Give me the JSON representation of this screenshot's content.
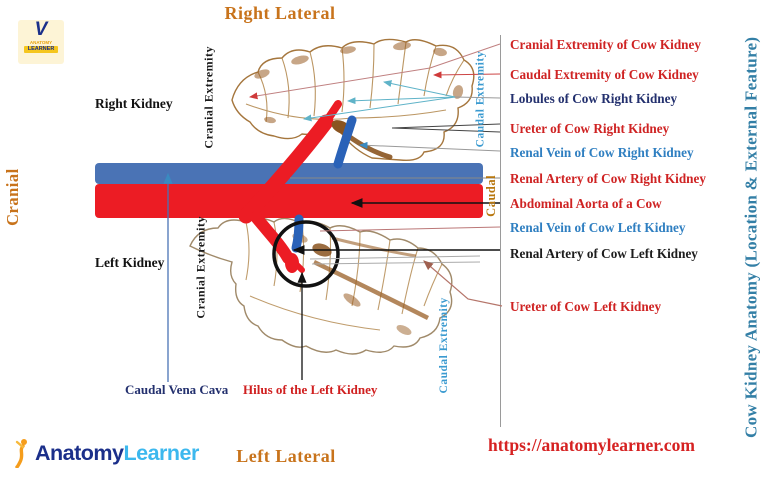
{
  "orientation": {
    "top_title": "Right Lateral",
    "bottom_title": "Left Lateral",
    "left_vertical": "Cranial",
    "caudal_vertical": "Caudal"
  },
  "right_title": "Cow Kidney Anatomy (Location & External Feature)",
  "url": "https://anatomylearner.com",
  "brand": {
    "word1": "Anatomy",
    "word2": "Learner"
  },
  "corner_logo": {
    "mark": "V",
    "line1": "ANATOMY",
    "line2": "LEARNER"
  },
  "figure_labels": {
    "right_kidney": "Right Kidney",
    "left_kidney": "Left Kidney",
    "cranial_extremity_right": "Cranial Extremity",
    "cranial_extremity_left": "Cranial Extremity",
    "caudal_extremity_right": "Caudal Extremity",
    "caudal_extremity_left": "Caudal Extremity",
    "caudal_vena_cava": "Caudal Vena Cava",
    "hilus": "Hilus of the Left Kidney"
  },
  "annotations": [
    {
      "label": "Cranial Extremity of Cow Kidney",
      "color": "#cf2323"
    },
    {
      "label": "Caudal Extremity of Cow Kidney",
      "color": "#cf2323"
    },
    {
      "label": "Lobules of Cow Right Kidney",
      "color": "#23306e"
    },
    {
      "label": "Ureter of Cow Right Kidney",
      "color": "#cf2323"
    },
    {
      "label": "Renal Vein of Cow Right Kidney",
      "color": "#2f7fc1"
    },
    {
      "label": "Renal Artery of Cow Right Kidney",
      "color": "#cf2323"
    },
    {
      "label": "Abdominal Aorta of a Cow",
      "color": "#cf2323"
    },
    {
      "label": "Renal Vein of Cow Left Kidney",
      "color": "#2f7fc1"
    },
    {
      "label": "Renal Artery of Cow Left Kidney",
      "color": "#1d1d1d"
    },
    {
      "label": "Ureter of Cow Left Kidney",
      "color": "#cf2323"
    }
  ],
  "colors": {
    "aorta_red": "#ec1c24",
    "vena_cava_blue": "#4a73b5",
    "vessel_blue": "#2a62b8",
    "kidney_outline_tan": "#a5763d",
    "ureter_brown": "#8a5420",
    "title_orange": "#c8731b",
    "right_title_teal": "#337fa6",
    "url_red": "#d62222",
    "brand_navy": "#1b2f8a",
    "brand_cyan": "#3cb8ee"
  }
}
